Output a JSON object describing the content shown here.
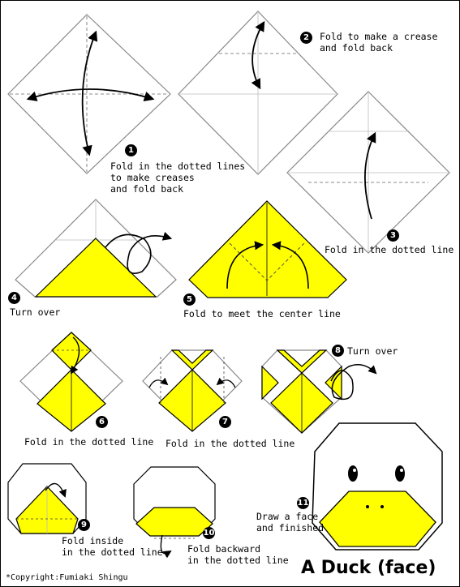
{
  "title": "A Duck (face)",
  "copyright": "*Copyright:Fumiaki Shingu",
  "colors": {
    "paper_front": "#ffff00",
    "paper_back": "#ffffff",
    "outline": "#000000",
    "crease": "#888888"
  },
  "steps": [
    {
      "number": "1",
      "text": "Fold in the dotted lines\nto make creases\nand fold back"
    },
    {
      "number": "2",
      "text": "Fold to make a crease\nand fold back"
    },
    {
      "number": "3",
      "text": "Fold in the dotted line"
    },
    {
      "number": "4",
      "text": "Turn over"
    },
    {
      "number": "5",
      "text": "Fold to meet the center line"
    },
    {
      "number": "6",
      "text": "Fold in the dotted line"
    },
    {
      "number": "7",
      "text": "Fold in the dotted line"
    },
    {
      "number": "8",
      "text": "Turn over"
    },
    {
      "number": "9",
      "text": "Fold inside\nin the dotted line"
    },
    {
      "number": "10",
      "text": "Fold backward\nin the dotted line"
    },
    {
      "number": "11",
      "text": "Draw a face\nand finished"
    }
  ]
}
